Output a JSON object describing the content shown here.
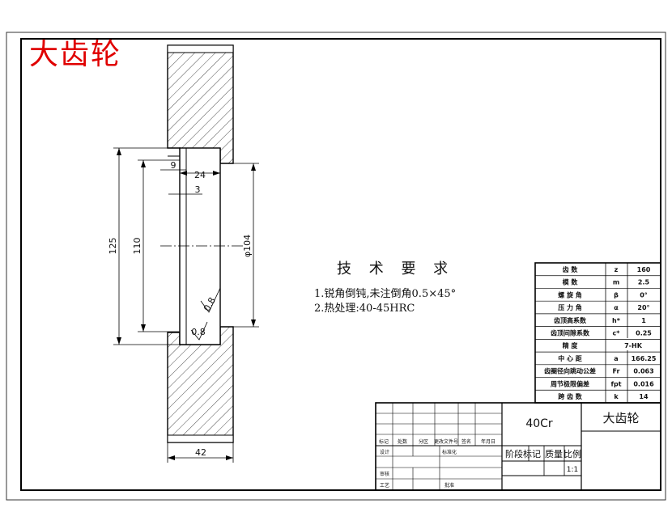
{
  "title": "大齿轮",
  "tech_requirements": {
    "heading": "技 术 要 求",
    "items": [
      "1.锐角倒钝,未注倒角0.5×45°",
      "2.热处理:40-45HRC"
    ]
  },
  "dimensions": {
    "d125": "125",
    "d110": "110",
    "d104": "φ104",
    "w9": "9",
    "w24": "24",
    "w3": "3",
    "w42": "42",
    "rough1": "0.8",
    "rough2": "0.8"
  },
  "params": [
    {
      "name": "齿 数",
      "symbol": "z",
      "value": "160"
    },
    {
      "name": "模 数",
      "symbol": "m",
      "value": "2.5"
    },
    {
      "name": "螺 旋 角",
      "symbol": "β",
      "value": "0°"
    },
    {
      "name": "压 力 角",
      "symbol": "α",
      "value": "20°"
    },
    {
      "name": "齿顶高系数",
      "symbol": "h*",
      "value": "1"
    },
    {
      "name": "齿顶间隙系数",
      "symbol": "c*",
      "value": "0.25"
    },
    {
      "name": "精 度",
      "symbol": "",
      "value": "7-HK"
    },
    {
      "name": "中 心 距",
      "symbol": "a",
      "value": "166.25"
    },
    {
      "name": "齿圈径向跳动公差",
      "symbol": "Fr",
      "value": "0.063"
    },
    {
      "name": "周节极限偏差",
      "symbol": "fpt",
      "value": "0.016"
    },
    {
      "name": "跨 齿 数",
      "symbol": "k",
      "value": "14"
    }
  ],
  "title_block": {
    "material": "40Cr",
    "part_name": "大齿轮",
    "stage_label": "阶段标记",
    "weight_label": "质量",
    "scale_label": "比例",
    "scale_value": "1:1",
    "row_labels": [
      "标记",
      "处数",
      "分区",
      "更改文件号",
      "签名",
      "年月日"
    ],
    "design": "设计",
    "standardize": "标准化",
    "review": "审核",
    "process": "工艺",
    "approve": "批准"
  }
}
